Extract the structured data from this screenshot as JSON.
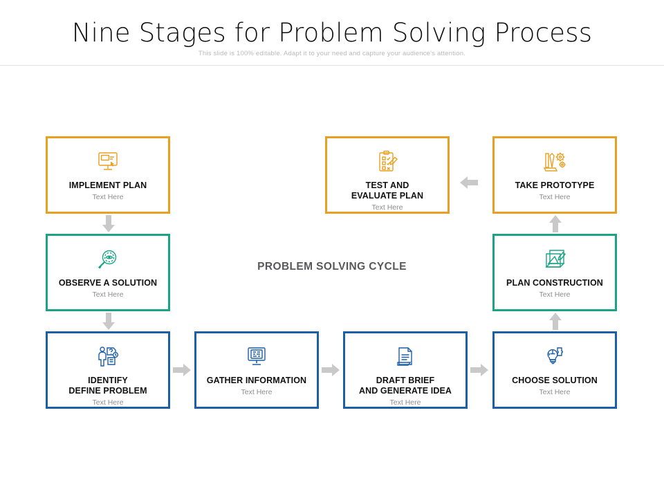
{
  "header": {
    "title": "Nine Stages for Problem Solving Process",
    "subtitle": "This slide is 100% editable. Adapt it to your need and capture your audience's attention."
  },
  "center": {
    "label": "PROBLEM SOLVING CYCLE"
  },
  "colors": {
    "orange": "#E8A022",
    "teal": "#1BA287",
    "blue": "#1B5FA8",
    "arrow": "#C9C9C9",
    "title_text": "#0d0d0d",
    "sub_text": "#8d8d8d",
    "center_label": "#58585a"
  },
  "cards": [
    {
      "id": "implement-plan",
      "title": "IMPLEMENT PLAN",
      "subtitle": "Text Here",
      "color": "orange",
      "icon": "monitor-presentation-icon"
    },
    {
      "id": "test-and-evaluate-plan",
      "title": "TEST AND\nEVALUATE PLAN",
      "subtitle": "Text Here",
      "color": "orange",
      "icon": "clipboard-checklist-pen-icon"
    },
    {
      "id": "take-prototype",
      "title": "TAKE PROTOTYPE",
      "subtitle": "Text Here",
      "color": "orange",
      "icon": "gears-prototype-icon"
    },
    {
      "id": "observe-a-solution",
      "title": "OBSERVE A SOLUTION",
      "subtitle": "Text Here",
      "color": "teal",
      "icon": "magnifier-eye-icon"
    },
    {
      "id": "plan-construction",
      "title": "PLAN CONSTRUCTION",
      "subtitle": "Text Here",
      "color": "teal",
      "icon": "blueprint-pencil-icon"
    },
    {
      "id": "identify-define-problem",
      "title": "IDENTIFY\nDEFINE PROBLEM",
      "subtitle": "Text Here",
      "color": "blue",
      "icon": "person-question-icon"
    },
    {
      "id": "gather-information",
      "title": "GATHER INFORMATION",
      "subtitle": "Text Here",
      "color": "blue",
      "icon": "monitor-data-icon"
    },
    {
      "id": "draft-brief-and-generate-idea",
      "title": "DRAFT BRIEF\nAND GENERATE IDEA",
      "subtitle": "Text Here",
      "color": "blue",
      "icon": "document-icon"
    },
    {
      "id": "choose-solution",
      "title": "CHOOSE SOLUTION",
      "subtitle": "Text Here",
      "color": "blue",
      "icon": "puzzle-lightbulb-icon"
    }
  ],
  "arrows": [
    {
      "id": "implement-to-observe",
      "direction": "down"
    },
    {
      "id": "observe-to-identify",
      "direction": "down"
    },
    {
      "id": "identify-to-gather",
      "direction": "right"
    },
    {
      "id": "gather-to-draft",
      "direction": "right"
    },
    {
      "id": "draft-to-choose",
      "direction": "right"
    },
    {
      "id": "choose-to-plan-construction",
      "direction": "up"
    },
    {
      "id": "plan-construction-to-take-prototype",
      "direction": "up"
    },
    {
      "id": "take-prototype-to-test-evaluate",
      "direction": "left"
    }
  ]
}
